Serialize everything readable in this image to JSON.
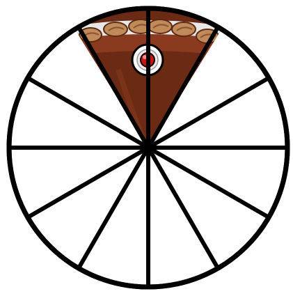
{
  "pie": {
    "total_slices": 12,
    "filled_slices": 2
  },
  "icons": {
    "pie": "circle-divided-into-slices",
    "cake": "chocolate-cake-slice-icon",
    "topping": "cherry-icon"
  },
  "colors": {
    "outline": "#000000",
    "empty_slice": "#ffffff",
    "chocolate": "#6b2a14",
    "chocolate_highlight": "#8a3a1e",
    "frosting": "#c08a5a",
    "frosting_shadow": "#8a5532",
    "plate": "#e8e8e8",
    "cherry": "#cc1111"
  }
}
